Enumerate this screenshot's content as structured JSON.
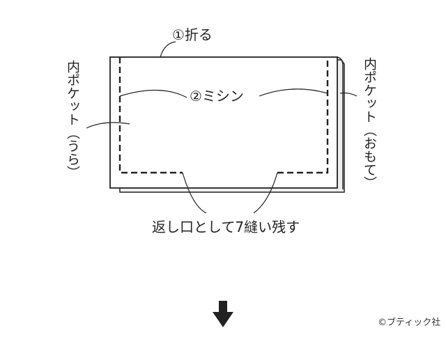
{
  "labels": {
    "fold": "①折る",
    "sew": "②ミシン",
    "opening": "返し口として7縫い残す",
    "back_pocket": "内ポケット（うら）",
    "front_pocket": "内ポケット（おもて）"
  },
  "credit": "©ブティック社",
  "icons": {
    "next_step": "down-arrow-icon"
  },
  "colors": {
    "line": "#222222",
    "fabric": "#ffffff",
    "back_layer": "#ededed"
  }
}
